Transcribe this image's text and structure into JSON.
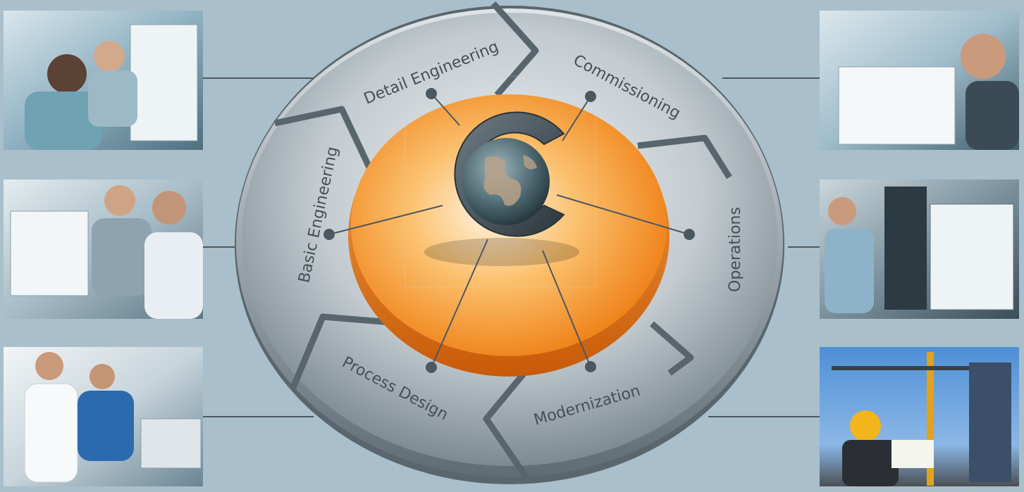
{
  "colors": {
    "background": "#a9bfcb",
    "accent_orange": "#f08a1f",
    "ring_silver": "#c9d0d4",
    "connector": "#4c5860",
    "logo_dark": "#3f4b53"
  },
  "center_logo": {
    "icon": "globe-c-logo-icon"
  },
  "phases": [
    {
      "label": "Detail Engineering"
    },
    {
      "label": "Commissioning"
    },
    {
      "label": "Operations"
    },
    {
      "label": "Modernization"
    },
    {
      "label": "Process Design"
    },
    {
      "label": "Basic Engineering"
    }
  ],
  "photos": {
    "left": [
      {
        "subject": "two-engineers-at-workstation-photo"
      },
      {
        "subject": "engineers-reviewing-screen-photo"
      },
      {
        "subject": "lab-coat-discussion-photo"
      }
    ],
    "right": [
      {
        "subject": "engineer-viewing-schematic-photo"
      },
      {
        "subject": "operator-touch-panel-photo"
      },
      {
        "subject": "construction-site-hardhat-photo"
      }
    ]
  }
}
